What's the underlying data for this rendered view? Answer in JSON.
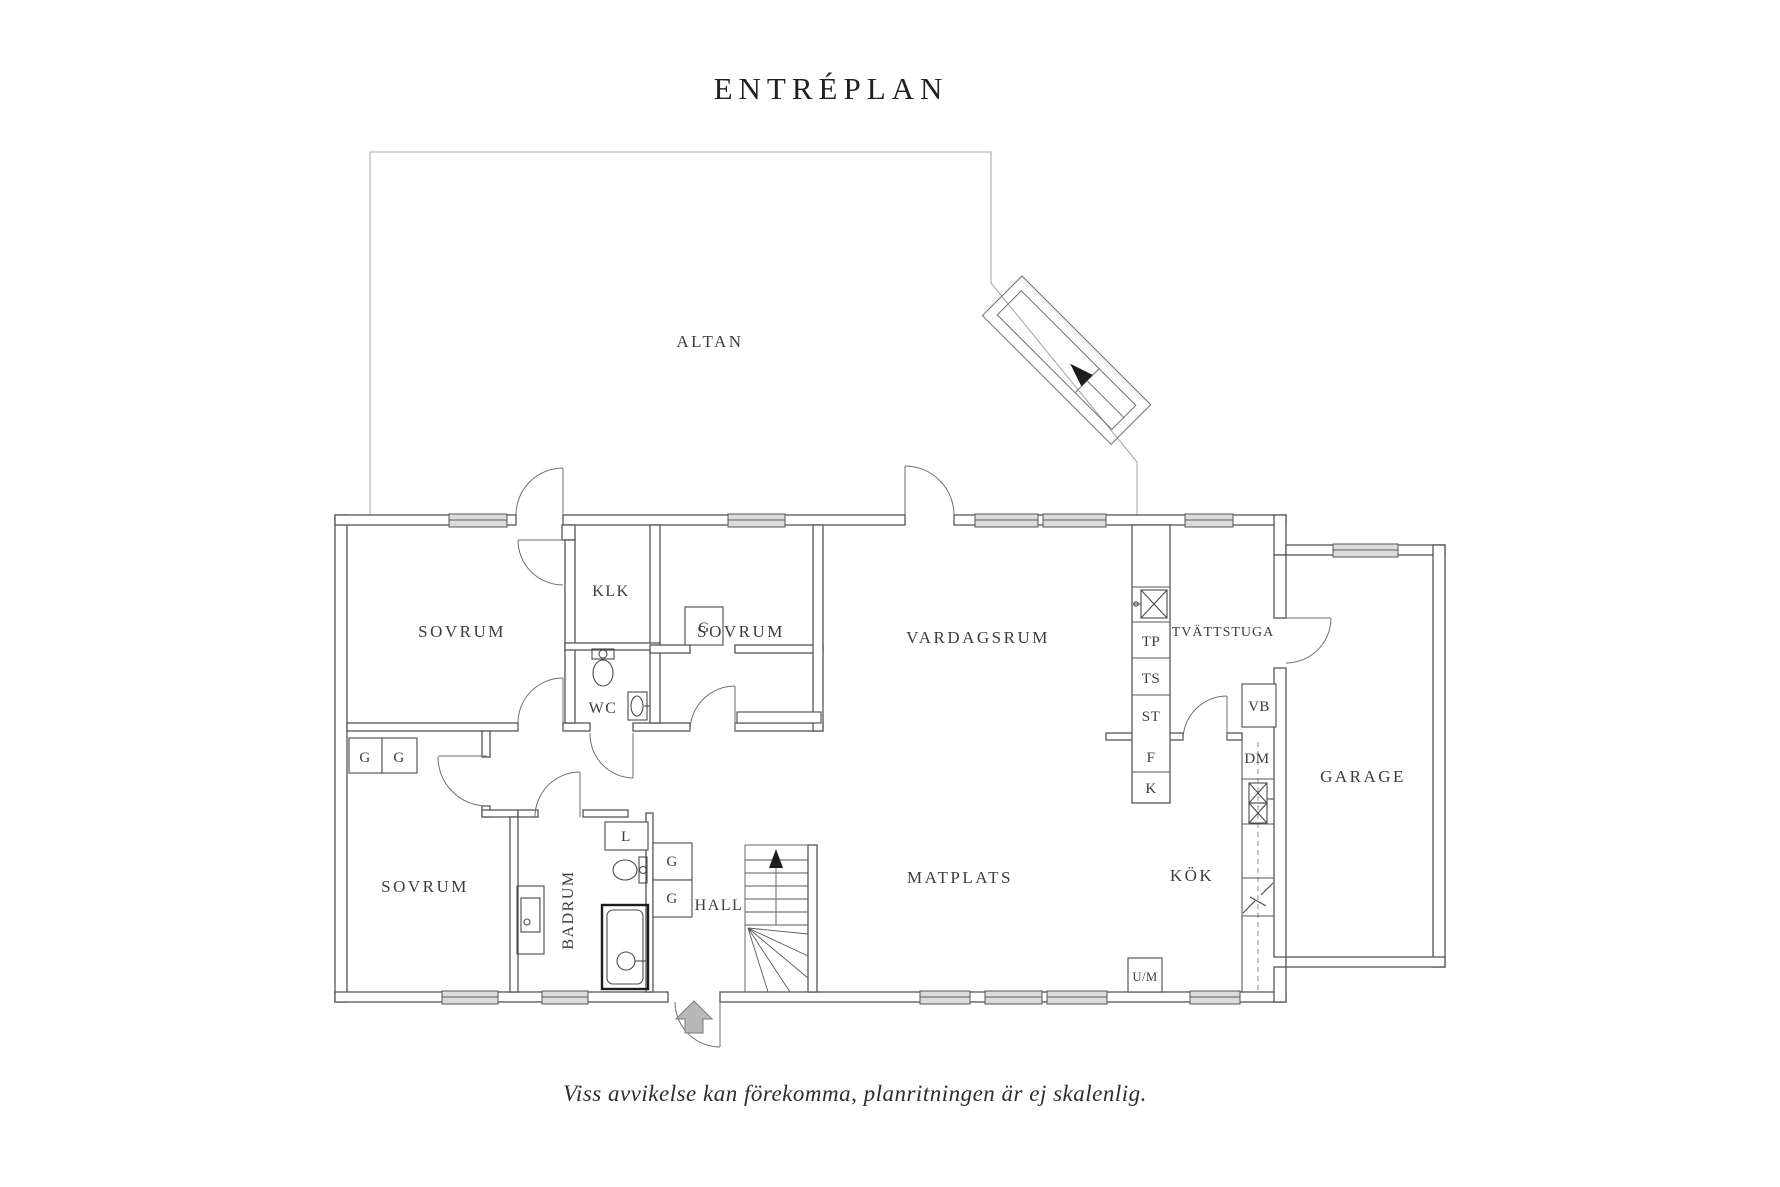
{
  "title": "ENTRÉPLAN",
  "caption": "Viss avvikelse kan förekomma, planritningen är ej skalenlig.",
  "rooms": {
    "altan": "ALTAN",
    "sovrum_top_left": "SOVRUM",
    "klk": "KLK",
    "wc": "WC",
    "sovrum_middle": "SOVRUM",
    "vardagsrum": "VARDAGSRUM",
    "tvattstuga": "TVÄTTSTUGA",
    "garage": "GARAGE",
    "sovrum_bottom_left": "SOVRUM",
    "badrum": "BADRUM",
    "hall": "HALL",
    "matplats": "MATPLATS",
    "kok": "KÖK"
  },
  "fixtures": {
    "g": "G",
    "l": "L",
    "tp": "TP",
    "ts": "TS",
    "st": "ST",
    "f": "F",
    "k": "K",
    "vb": "VB",
    "dm": "DM",
    "um": "U/M"
  },
  "colors": {
    "wall_stroke": "#555555",
    "terrace_outline": "#ababab",
    "window_fill": "#dcdcdc",
    "label_text": "#3c3c3c",
    "entry_arrow_fill": "#b8b8b8",
    "background": "#ffffff"
  }
}
